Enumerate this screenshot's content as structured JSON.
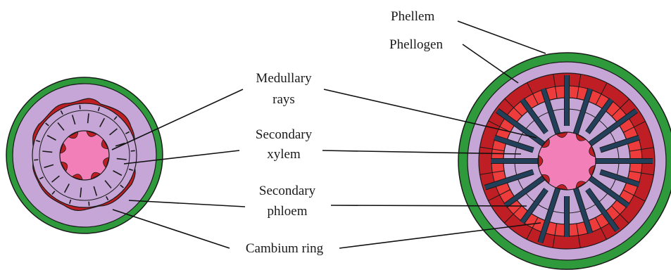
{
  "labels": {
    "phellem": "Phellem",
    "phellogen": "Phellogen",
    "medullary_line1": "Medullary",
    "medullary_line2": "rays",
    "sec_xylem_line1": "Secondary",
    "sec_xylem_line2": "xylem",
    "sec_phloem_line1": "Secondary",
    "sec_phloem_line2": "phloem",
    "cambium_ring": "Cambium ring"
  },
  "colors": {
    "phellem_green": "#2e9a3b",
    "cortex_lavender": "#c5a6d6",
    "phloem_darkred": "#bf1e24",
    "xylem_red": "#ee3b3b",
    "pith_pink": "#f37fb9",
    "ray_navy": "#23405a",
    "outline": "#1a1a1a"
  }
}
